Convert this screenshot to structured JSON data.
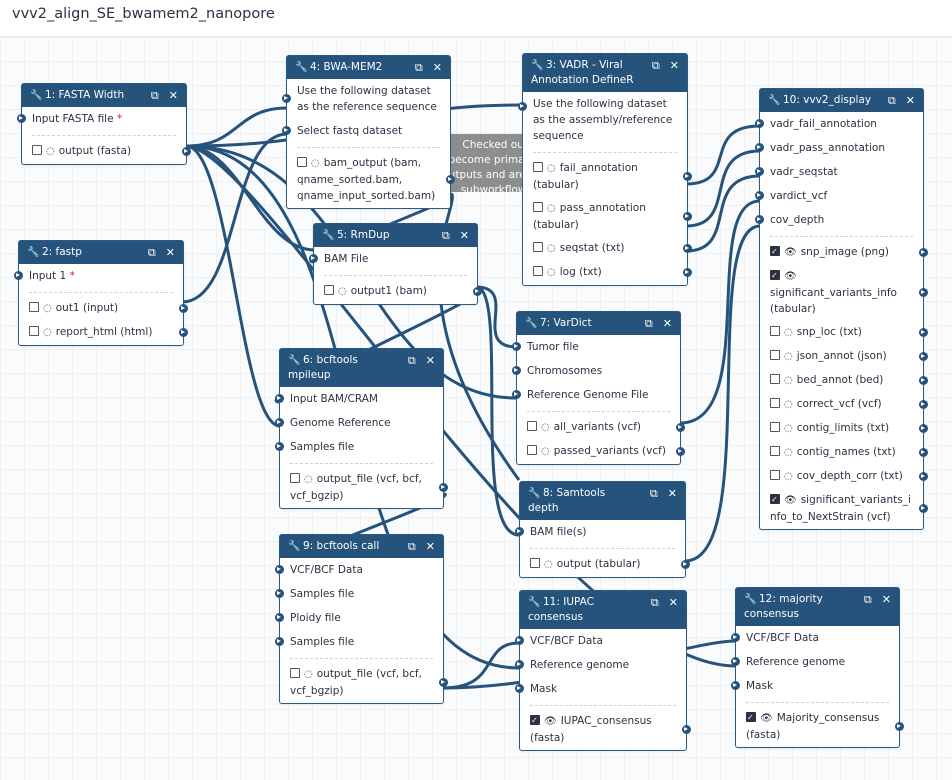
{
  "workflow_title": "vvv2_align_SE_bwamem2_nanopore",
  "icons": {
    "wrench": "wrench-icon",
    "copy": "copy-icon",
    "close": "close-icon",
    "eye": "eye-icon",
    "eye_slash": "eye-slash-icon"
  },
  "colors": {
    "node_header": "#25537b",
    "edge": "#25537b",
    "required": "#c0232c"
  },
  "tooltip": "Checked outputs will become primary workflow outputs and are available as subworkflow outputs.",
  "nodes": {
    "n1": {
      "title": "1: FASTA Width",
      "inputs": [
        "Input FASTA file"
      ],
      "required_mark": "*",
      "outputs": [
        "output (fasta)"
      ]
    },
    "n2": {
      "title": "2: fastp",
      "inputs": [
        "Input 1"
      ],
      "required_mark": "*",
      "outputs": [
        "out1 (input)",
        "report_html (html)"
      ]
    },
    "n3": {
      "title": "3: VADR - Viral Annotation DefineR",
      "inputs": [
        "Use the following dataset as the assembly/reference sequence"
      ],
      "outputs": [
        "fail_annotation (tabular)",
        "pass_annotation (tabular)",
        "seqstat (txt)",
        "log (txt)"
      ]
    },
    "n4": {
      "title": "4: BWA-MEM2",
      "inputs": [
        "Use the following dataset as the reference sequence",
        "Select fastq dataset"
      ],
      "outputs": [
        "bam_output (bam, qname_sorted.bam, qname_input_sorted.bam)"
      ]
    },
    "n5": {
      "title": "5: RmDup",
      "inputs": [
        "BAM File"
      ],
      "outputs": [
        "output1 (bam)"
      ]
    },
    "n6": {
      "title": "6: bcftools mpileup",
      "inputs": [
        "Input BAM/CRAM",
        "Genome Reference",
        "Samples file"
      ],
      "outputs": [
        "output_file (vcf, bcf, vcf_bgzip)"
      ]
    },
    "n7": {
      "title": "7: VarDict",
      "inputs": [
        "Tumor file",
        "Chromosomes",
        "Reference Genome File"
      ],
      "outputs": [
        "all_variants (vcf)",
        "passed_variants (vcf)"
      ]
    },
    "n8": {
      "title": "8: Samtools depth",
      "inputs": [
        "BAM file(s)"
      ],
      "outputs": [
        "output (tabular)"
      ]
    },
    "n9": {
      "title": "9: bcftools call",
      "inputs": [
        "VCF/BCF Data",
        "Samples file",
        "Ploidy file",
        "Samples file"
      ],
      "outputs": [
        "output_file (vcf, bcf, vcf_bgzip)"
      ]
    },
    "n10": {
      "title": "10: vvv2_display",
      "inputs": [
        "vadr_fail_annotation",
        "vadr_pass_annotation",
        "vadr_seqstat",
        "vardict_vcf",
        "cov_depth"
      ],
      "outputs": [
        "snp_image (png)",
        "significant_variants_info (tabular)",
        "snp_loc (txt)",
        "json_annot (json)",
        "bed_annot (bed)",
        "correct_vcf (vcf)",
        "contig_limits (txt)",
        "contig_names (txt)",
        "cov_depth_corr (txt)",
        "significant_variants_info_to_NextStrain (vcf)"
      ]
    },
    "n11": {
      "title": "11: IUPAC consensus",
      "inputs": [
        "VCF/BCF Data",
        "Reference genome",
        "Mask"
      ],
      "outputs": [
        "IUPAC_consensus (fasta)"
      ]
    },
    "n12": {
      "title": "12: majority consensus",
      "inputs": [
        "VCF/BCF Data",
        "Reference genome",
        "Mask"
      ],
      "outputs": [
        "Majority_consensus (fasta)"
      ]
    }
  }
}
